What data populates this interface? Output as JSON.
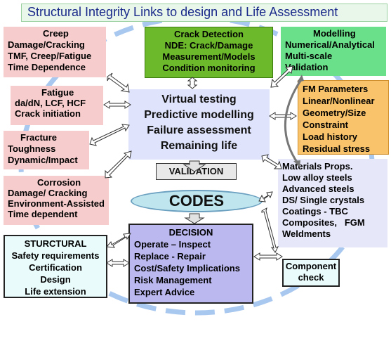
{
  "title": "Structural Integrity Links to design and Life Assessment",
  "creep": [
    "Creep",
    "Damage/Cracking",
    "TMF, Creep/Fatigue",
    "Time Dependence"
  ],
  "fatigue": [
    "Fatigue",
    "da/dN, LCF, HCF",
    "Crack initiation"
  ],
  "fracture": [
    "Fracture",
    "Toughness",
    "Dynamic/Impact"
  ],
  "corrosion": [
    "Corrosion",
    "Damage/ Cracking",
    "Environment-Assisted",
    "Time dependent"
  ],
  "crack_detection": [
    "Crack Detection",
    "NDE: Crack/Damage",
    "Measurement/Models",
    "Condition monitoring"
  ],
  "modelling": [
    "Modelling",
    "Numerical/Analytical",
    "Multi-scale",
    "Validation"
  ],
  "fm_parameters": [
    "FM Parameters",
    "Linear/Nonlinear",
    "Geometry/Size",
    "Constraint",
    "Load history",
    "Residual stress"
  ],
  "virtual": [
    "Virtual testing",
    "Predictive modelling",
    "Failure assessment",
    "Remaining life"
  ],
  "materials": [
    "Materials Props.",
    "Low alloy steels",
    "Advanced steels",
    "DS/ Single crystals",
    "Coatings - TBC",
    "Composites,   FGM",
    "Weldments"
  ],
  "validation": "VALIDATION",
  "codes": "CODES",
  "structural": [
    "STURCTURAL",
    "Safety requirements",
    "Certification",
    "Design",
    "Life extension"
  ],
  "decision": [
    "DECISION",
    "Operate –  Inspect",
    "Replace - Repair",
    "Cost/Safety Implications",
    "Risk Management",
    "Expert Advice"
  ],
  "component_check": [
    "Component",
    "check"
  ],
  "colors": {
    "pink": "#f7cccc",
    "green_dark": "#6cb92c",
    "green_light": "#6be08b",
    "orange": "#f8c36a",
    "lavender": "#dfe3fb",
    "purple": "#bab8ef",
    "cyan": "#e9fbfb",
    "dashed_loop": "#a9c8ef"
  }
}
